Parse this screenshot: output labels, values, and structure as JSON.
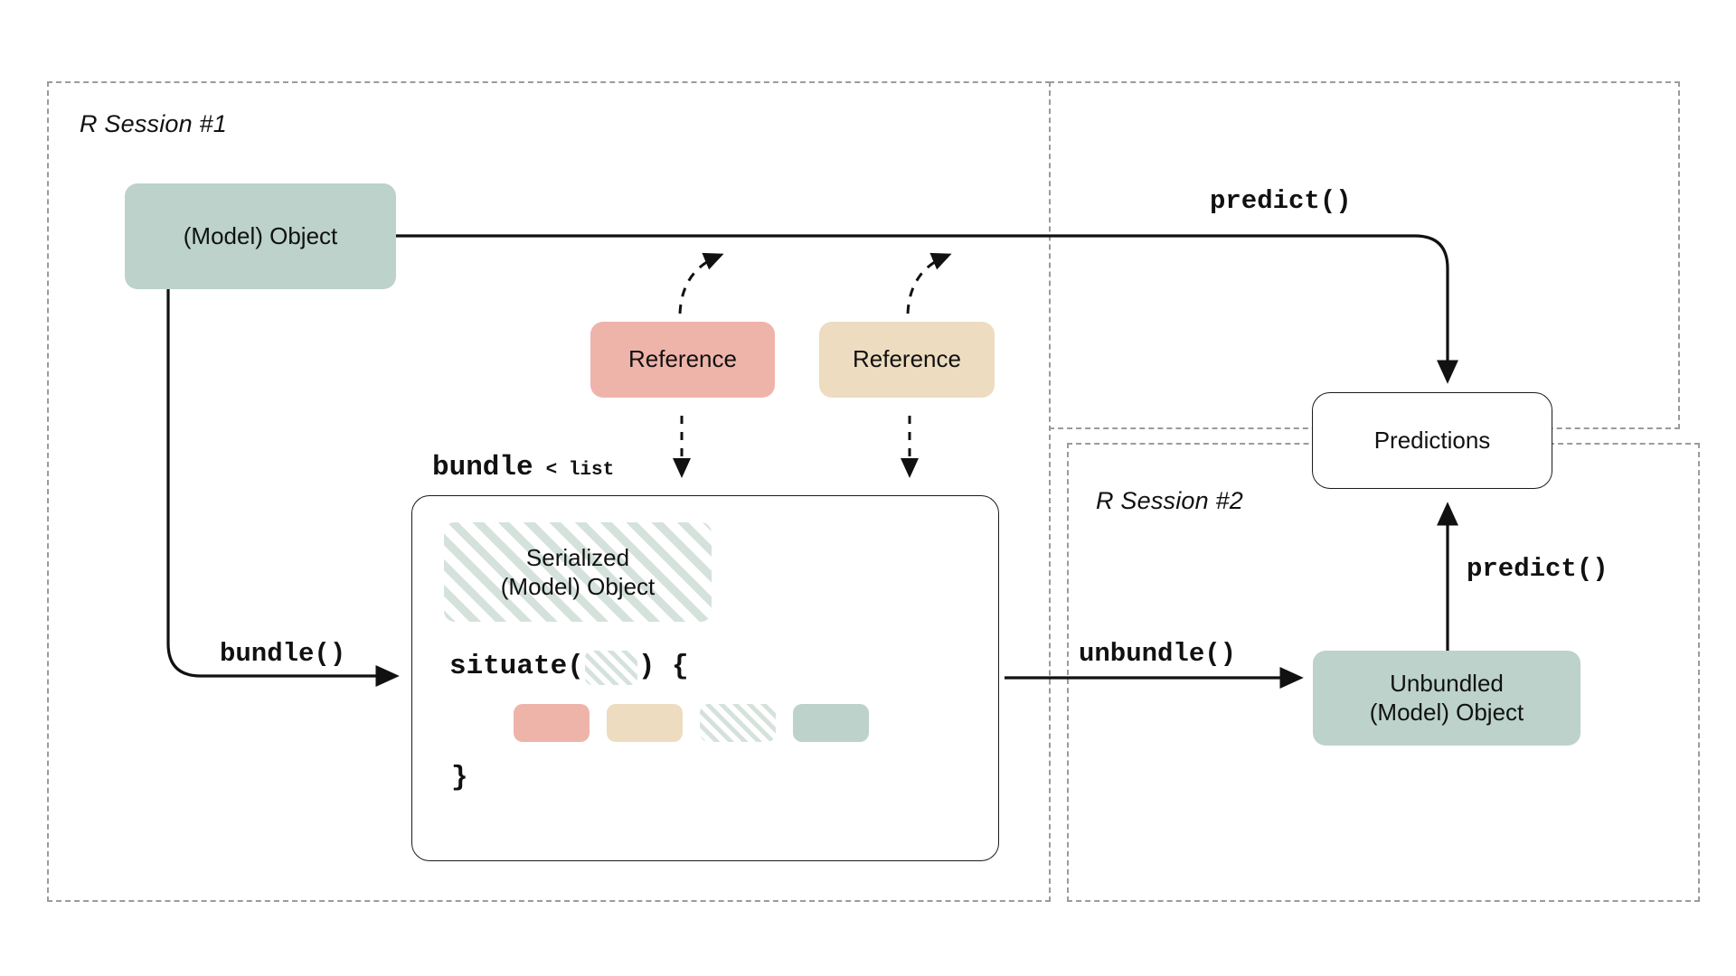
{
  "diagram": {
    "title": "bundle / unbundle R model serialization flow",
    "colors": {
      "green": "#bcd2cb",
      "pink": "#eeb4aa",
      "tan": "#eddcbf",
      "hatch": "#d5e2dc",
      "frame_dash": "#9b9b9b",
      "stroke": "#111111",
      "background": "#ffffff"
    }
  },
  "sessions": [
    {
      "id": "session-1",
      "label": "R Session #1"
    },
    {
      "id": "session-2",
      "label": "R Session #2"
    }
  ],
  "nodes": {
    "model_object": "(Model) Object",
    "reference_pink": "Reference",
    "reference_tan": "Reference",
    "serialized_object_line1": "Serialized",
    "serialized_object_line2": "(Model) Object",
    "predictions": "Predictions",
    "unbundled_object_line1": "Unbundled",
    "unbundled_object_line2": "(Model) Object"
  },
  "bundle": {
    "type_word": "bundle",
    "type_generic": "< list",
    "situate_open": "situate(",
    "situate_close": ") {",
    "closing_brace": "}",
    "chips": [
      "pink",
      "tan",
      "hatched",
      "green"
    ]
  },
  "edges": {
    "bundle_call": "bundle()",
    "unbundle_call": "unbundle()",
    "predict_session1": "predict()",
    "predict_session2": "predict()"
  }
}
